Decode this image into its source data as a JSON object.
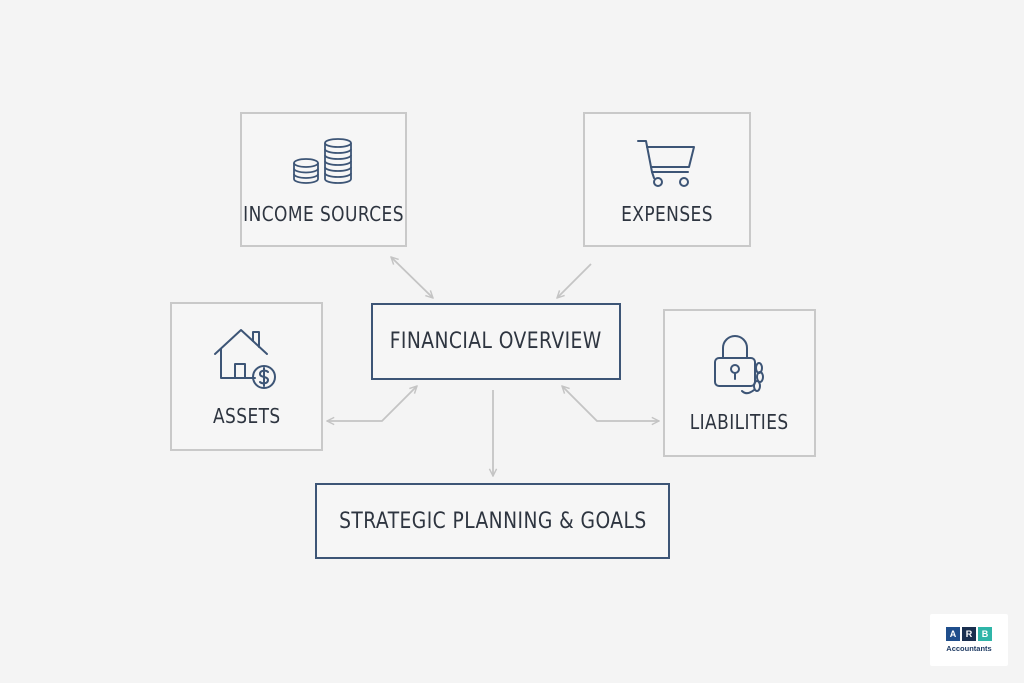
{
  "diagram": {
    "center": {
      "label": "FINANCIAL OVERVIEW"
    },
    "nodes": {
      "income": {
        "label": "INCOME SOURCES",
        "icon": "coins-icon"
      },
      "expenses": {
        "label": "EXPENSES",
        "icon": "shopping-cart-icon"
      },
      "assets": {
        "label": "ASSETS",
        "icon": "house-dollar-icon"
      },
      "liabilities": {
        "label": "LIABILITIES",
        "icon": "padlock-chain-icon"
      },
      "strategy": {
        "label": "STRATEGIC PLANNING & GOALS"
      }
    },
    "edges": [
      {
        "from": "income",
        "to": "center",
        "direction": "both"
      },
      {
        "from": "expenses",
        "to": "center",
        "direction": "to-center"
      },
      {
        "from": "assets",
        "to": "center",
        "direction": "both"
      },
      {
        "from": "liabilities",
        "to": "center",
        "direction": "both"
      },
      {
        "from": "center",
        "to": "strategy",
        "direction": "to-strategy"
      }
    ],
    "colors": {
      "accent_border": "#3d5576",
      "box_border": "#c9c9c9",
      "icon": "#3d5576",
      "connector": "#c4c4c4"
    }
  },
  "logo": {
    "letters": [
      "A",
      "R",
      "B"
    ],
    "letter_colors": [
      "#1f4e8c",
      "#1a2f4f",
      "#2fb5a8"
    ],
    "name": "Accountants"
  }
}
